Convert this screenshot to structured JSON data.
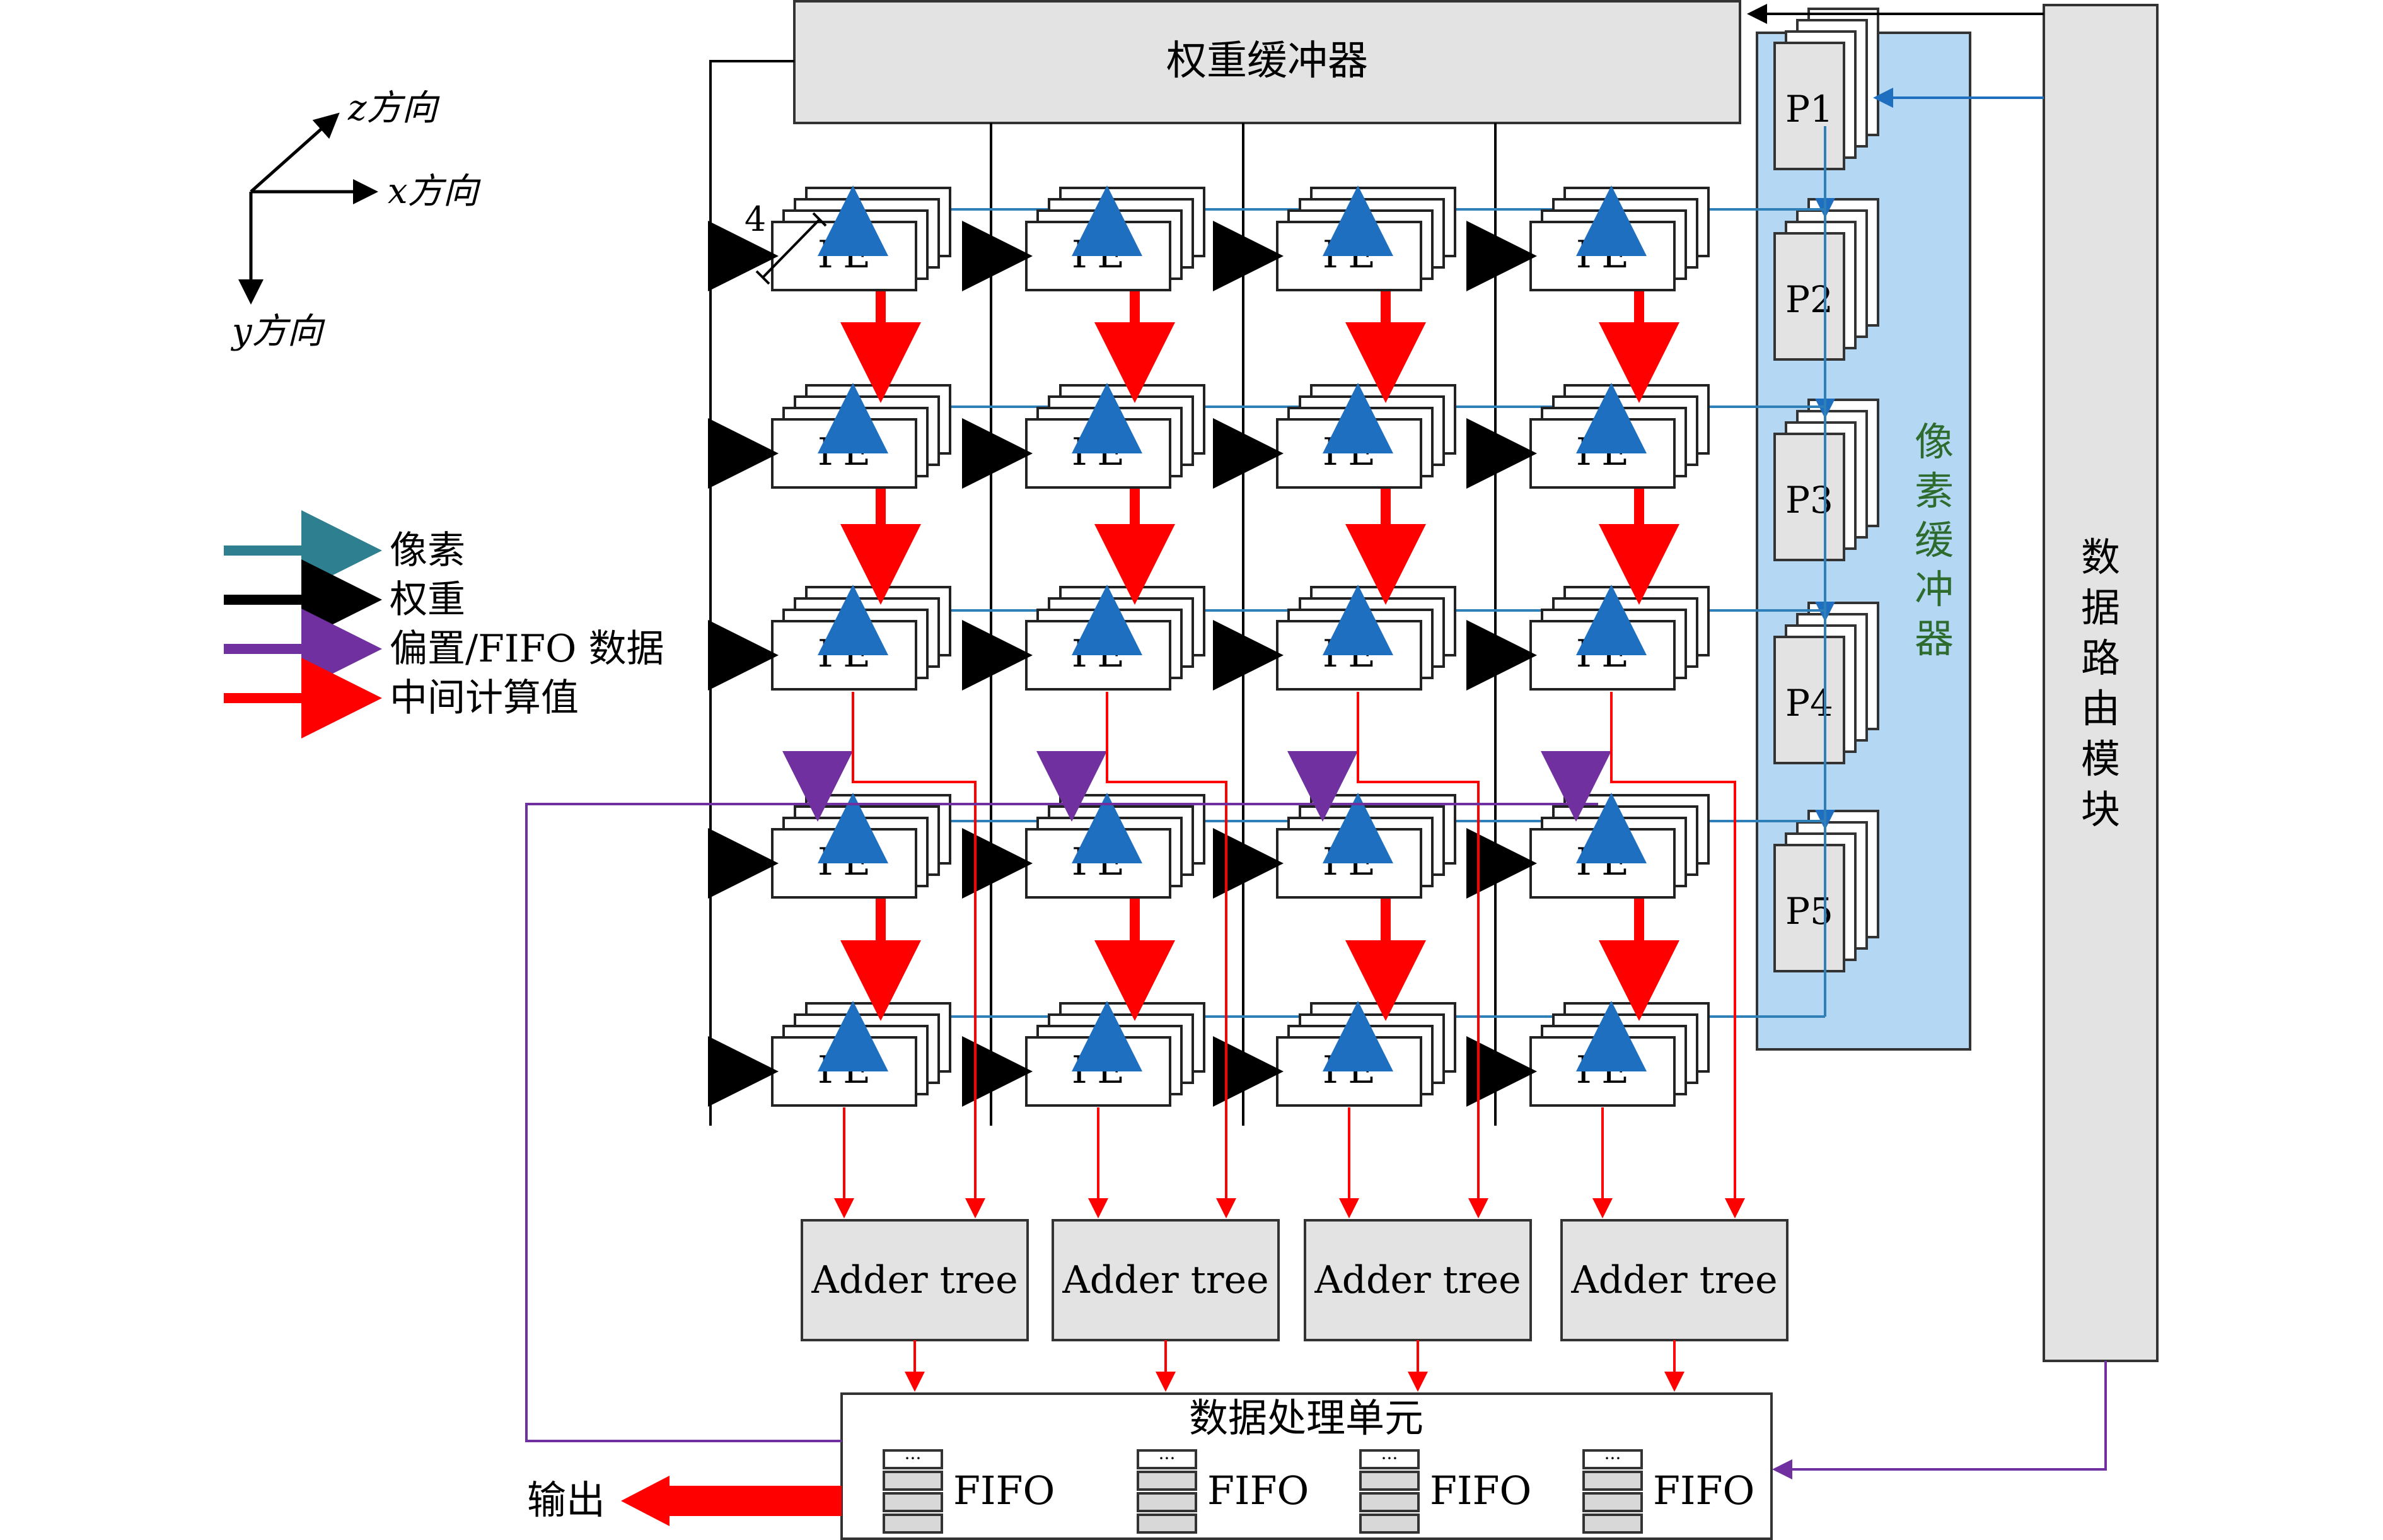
{
  "title_weight_buffer": "权重缓冲器",
  "pixel_buffer_label": [
    "像",
    "素",
    "缓",
    "冲",
    "器"
  ],
  "router_label": [
    "数",
    "据",
    "路",
    "由",
    "模",
    "块"
  ],
  "axes": {
    "z": "z方向",
    "x": "x方向",
    "y": "y方向"
  },
  "legend": [
    {
      "label": "像素",
      "color": "#2e7f8f"
    },
    {
      "label": "权重",
      "color": "#000000"
    },
    {
      "label": "偏置/FIFO 数据",
      "color": "#7030a0"
    },
    {
      "label": "中间计算值",
      "color": "#ff0000"
    }
  ],
  "stack_depth_label": "4",
  "pe_label": "PE",
  "pixel_blocks": [
    "P1",
    "P2",
    "P3",
    "P4",
    "P5"
  ],
  "adder_tree_label": "Adder tree",
  "processing_unit_title": "数据处理单元",
  "fifo_label": "FIFO",
  "fifo_icon_glyph": "···",
  "output_label": "输出",
  "colors": {
    "pixel_arrow": "#1e6fc0",
    "pixel_line": "#2f7fb8",
    "weight": "#000000",
    "bias": "#7030a0",
    "intermediate": "#ff0000",
    "pixel_buffer_fill": "#b4d8f3",
    "box_fill": "#e3e3e3",
    "pixel_buffer_text": "#2e6b2e"
  }
}
